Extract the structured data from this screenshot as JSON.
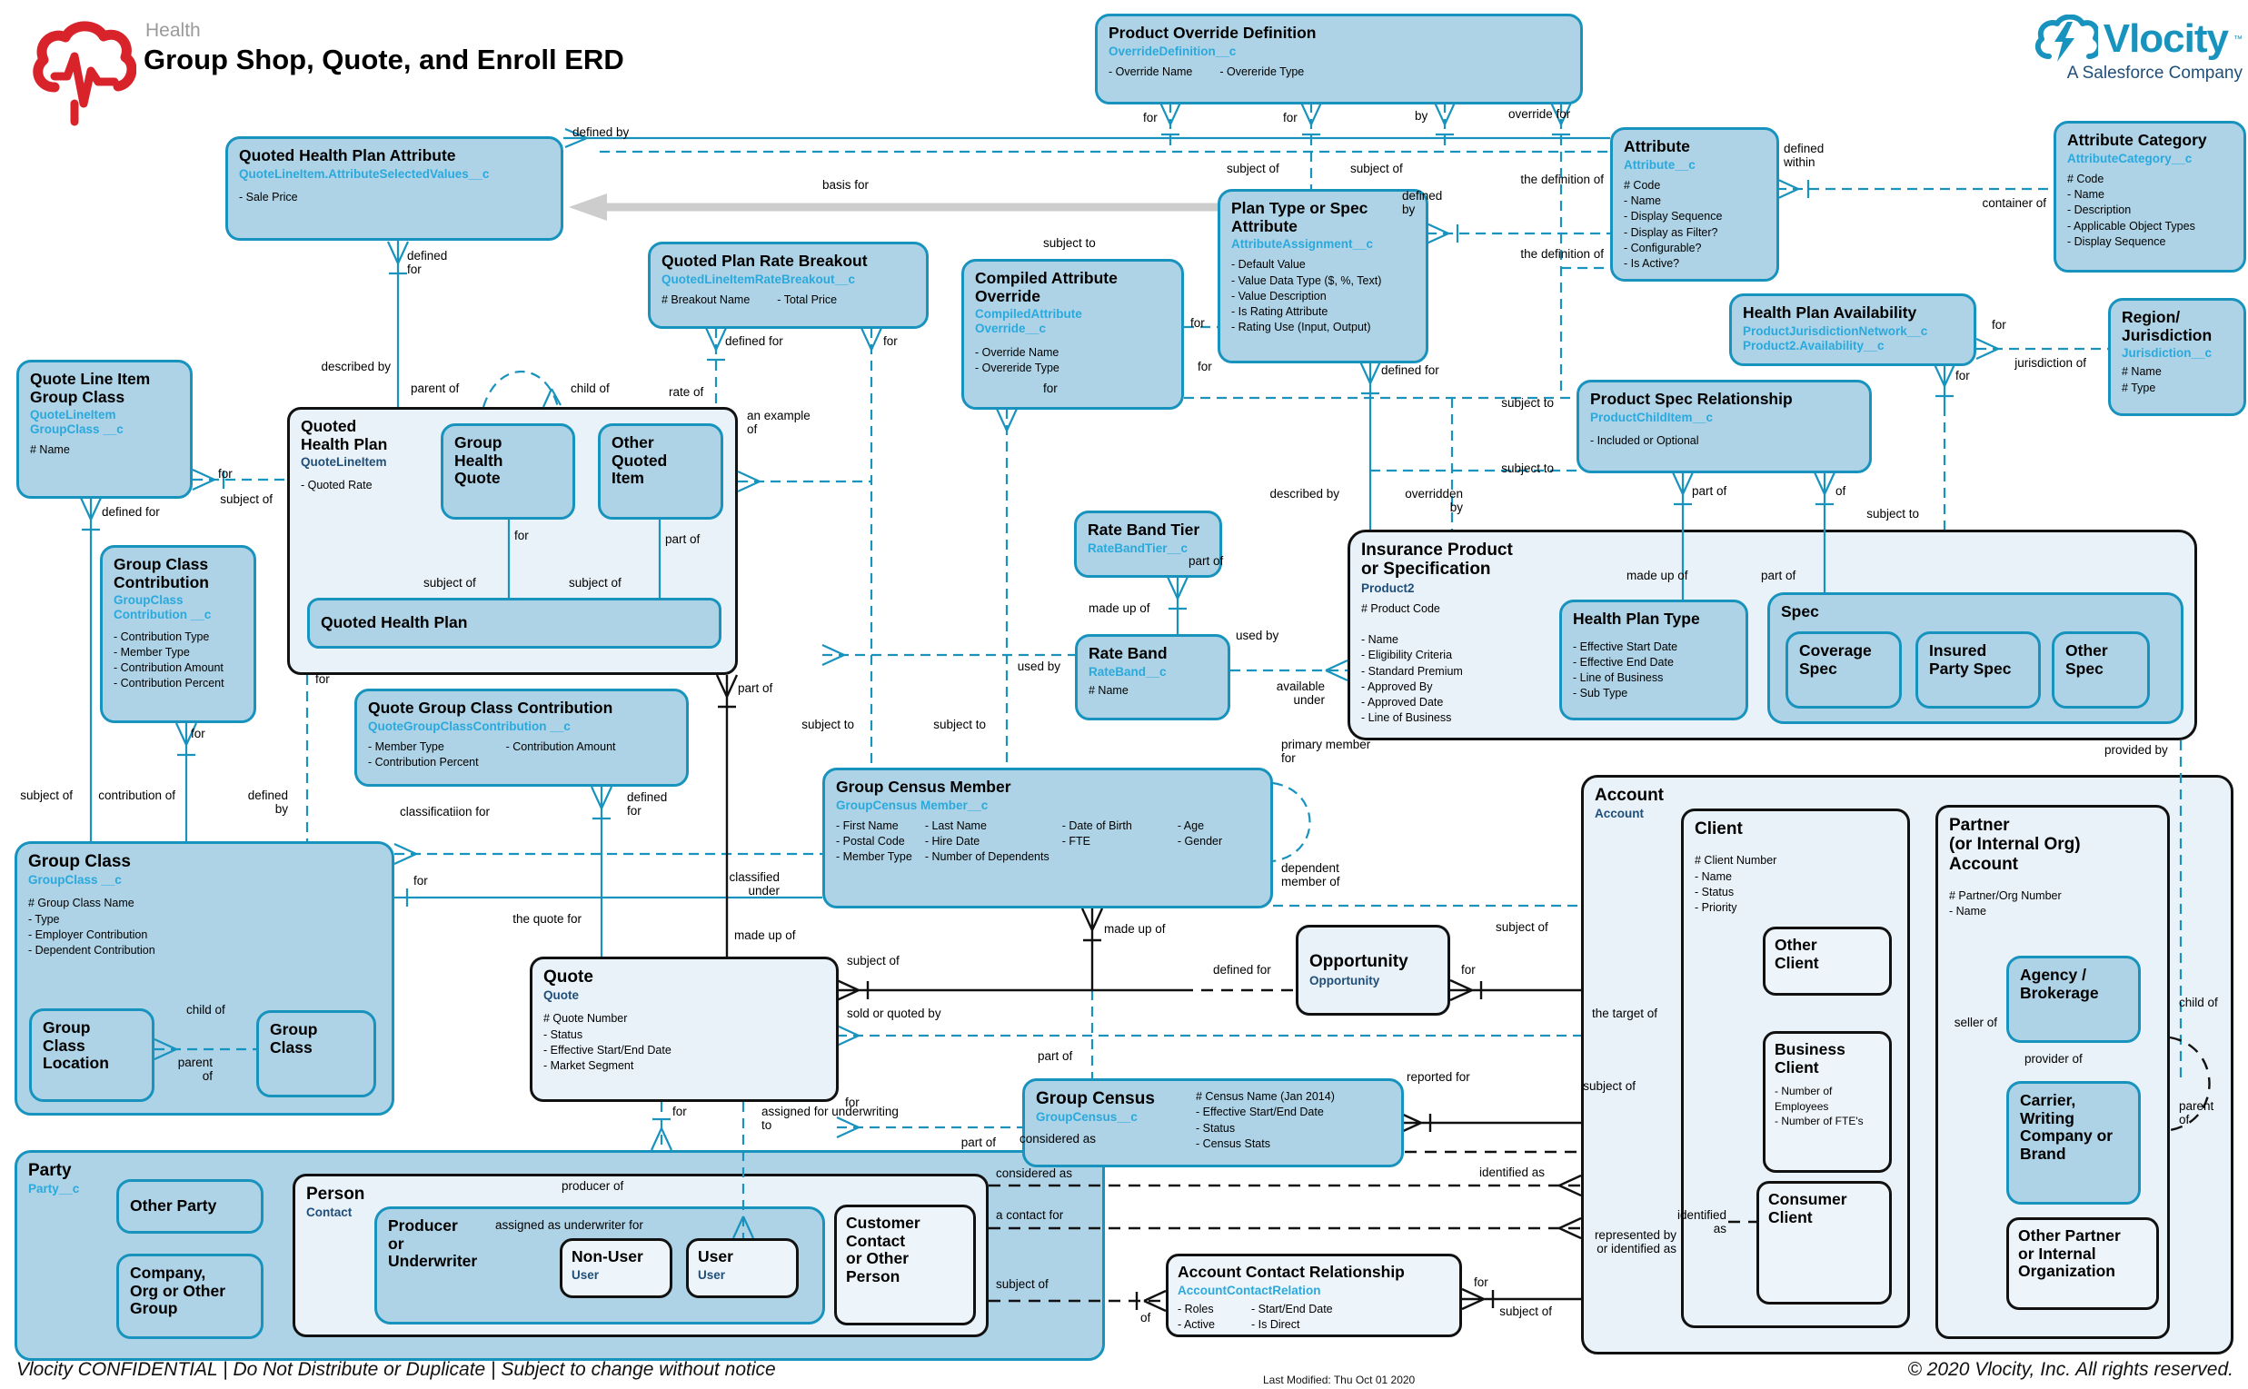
{
  "header": {
    "product": "Health",
    "title": "Group Shop, Quote, and Enroll ERD"
  },
  "branding": {
    "name": "Vlocity",
    "tm": "™",
    "tagline": "A Salesforce Company"
  },
  "footer": {
    "left": "Vlocity CONFIDENTIAL | Do Not Distribute or Duplicate | Subject to change without notice",
    "center": "Last Modified: Thu Oct 01 2020",
    "right": "© 2020 Vlocity, Inc. All rights reserved."
  },
  "entities": {
    "qhpa": {
      "name": "Quoted Health Plan Attribute",
      "api": "QuoteLineItem.AttributeSelectedValues__c",
      "attrs": "- Sale Price"
    },
    "pod": {
      "name": "Product Override Definition",
      "api": "OverrideDefinition__c",
      "attrs": "- Override Name",
      "attrs2": "- Overeride Type"
    },
    "attr": {
      "name": "Attribute",
      "api": "Attribute__c",
      "attrs": "# Code\n- Name\n- Display Sequence\n- Display as Filter?\n- Configurable?\n- Is Active?"
    },
    "attrcat": {
      "name": "Attribute Category",
      "api": "AttributeCategory__c",
      "attrs": "# Code\n- Name\n- Description\n- Applicable Object Types\n- Display Sequence"
    },
    "ptsa": {
      "name": "Plan Type or Spec\nAttribute",
      "api": "AttributeAssignment__c",
      "attrs": "- Default Value\n- Value Data Type ($, %, Text)\n- Value Description\n- Is Rating Attribute\n- Rating Use (Input, Output)"
    },
    "qprb": {
      "name": "Quoted Plan Rate Breakout",
      "api": "QuotedLineItemRateBreakout__c",
      "attrs": "# Breakout Name",
      "attrs2": "- Total Price"
    },
    "cao": {
      "name": "Compiled Attribute\nOverride",
      "api": "CompiledAttribute\nOverride__c",
      "attrs": "- Override Name\n- Overeride Type"
    },
    "hpa": {
      "name": "Health Plan Availability",
      "api": "ProductJurisdictionNetwork__c\nProduct2.Availability__c"
    },
    "region": {
      "name": "Region/\nJurisdiction",
      "api": "Jurisdiction__c",
      "attrs": "# Name\n# Type"
    },
    "psr": {
      "name": "Product Spec Relationship",
      "api": "ProductChildItem__c",
      "attrs": "- Included or Optional"
    },
    "qligc": {
      "name": "Quote Line Item\nGroup Class",
      "api": "QuoteLineItem\nGroupClass __c",
      "attrs": "# Name"
    },
    "qhp": {
      "name": "Quoted\nHealth Plan",
      "api": "QuoteLineItem",
      "attrs": "- Quoted Rate"
    },
    "ghq": {
      "name": "Group\nHealth\nQuote"
    },
    "oqi": {
      "name": "Other\nQuoted\nItem"
    },
    "qhp_pill": {
      "name": "Quoted Health Plan"
    },
    "rbt": {
      "name": "Rate Band Tier",
      "api": "RateBandTier__c"
    },
    "rb": {
      "name": "Rate Band",
      "api": "RateBand__c",
      "attrs": "# Name"
    },
    "gcc": {
      "name": "Group Class\nContribution",
      "api": "GroupClass\nContribution __c",
      "attrs": "- Contribution Type\n- Member Type\n- Contribution Amount\n- Contribution Percent"
    },
    "qgcc": {
      "name": "Quote Group Class Contribution",
      "api": "QuoteGroupClassContribution __c",
      "attrs": "- Member Type\n- Contribution Percent",
      "attrs2": "- Contribution Amount"
    },
    "gcm": {
      "name": "Group Census Member",
      "api": "GroupCensus Member__c",
      "attrs": "- First Name\n- Postal Code\n- Member Type",
      "attrs2": "- Last Name\n- Hire Date\n- Number of Dependents",
      "attrs3": "- Date of Birth\n- FTE",
      "attrs4": "- Age\n- Gender"
    },
    "gclass": {
      "name": "Group Class",
      "api": "GroupClass __c",
      "attrs": "# Group Class Name\n- Type\n- Employer Contribution\n- Dependent Contribution"
    },
    "gcl": {
      "name": "Group\nClass\nLocation"
    },
    "gc2": {
      "name": "Group\nClass"
    },
    "quote": {
      "name": "Quote",
      "api": "Quote",
      "attrs": "# Quote Number\n- Status\n- Effective Start/End Date\n- Market Segment"
    },
    "opp": {
      "name": "Opportunity",
      "api": "Opportunity"
    },
    "gcensus": {
      "name": "Group Census",
      "api": "GroupCensus__c",
      "attrs": "# Census Name (Jan 2014)\n- Effective Start/End Date\n- Status\n- Census Stats"
    },
    "insprod": {
      "name": "Insurance Product\nor Specification",
      "api": "Product2",
      "attrs": "# Product Code\n\n- Name\n- Eligibility Criteria\n- Standard Premium\n- Approved By\n- Approved Date\n- Line of Business"
    },
    "hpt": {
      "name": "Health  Plan Type",
      "attrs": "- Effective Start Date\n- Effective End Date\n- Line of Business\n- Sub Type"
    },
    "spec": {
      "name": "Spec"
    },
    "cov": {
      "name": "Coverage\nSpec"
    },
    "ips": {
      "name": "Insured\nParty Spec"
    },
    "ospec": {
      "name": "Other\nSpec"
    },
    "account": {
      "name": "Account",
      "api": "Account"
    },
    "client": {
      "name": "Client",
      "attrs": "# Client Number\n- Name\n- Status\n- Priority"
    },
    "oclient": {
      "name": "Other\nClient"
    },
    "bclient": {
      "name": "Business\nClient",
      "attrs": "- Number of Employees\n- Number of FTE's"
    },
    "cclient": {
      "name": "Consumer\nClient"
    },
    "partner": {
      "name": "Partner\n(or Internal Org)\nAccount",
      "attrs": "# Partner/Org Number\n- Name"
    },
    "agency": {
      "name": "Agency /\nBrokerage"
    },
    "carrier": {
      "name": "Carrier,\nWriting\nCompany or\nBrand"
    },
    "opartner": {
      "name": "Other Partner\nor Internal\nOrganization"
    },
    "party": {
      "name": "Party",
      "api": "Party__c"
    },
    "oparty": {
      "name": "Other Party"
    },
    "company": {
      "name": "Company,\nOrg or Other\nGroup"
    },
    "person": {
      "name": "Person",
      "api": "Contact"
    },
    "producer": {
      "name": "Producer\nor\nUnderwriter"
    },
    "nonuser": {
      "name": "Non-User",
      "api": "User"
    },
    "user": {
      "name": "User",
      "api": "User"
    },
    "ccop": {
      "name": "Customer\nContact\nor Other\nPerson"
    },
    "acr": {
      "name": "Account Contact Relationship",
      "api": "AccountContactRelation",
      "attrs": "- Roles\n- Active",
      "attrs2": "- Start/End Date\n- Is Direct"
    }
  },
  "strings": {
    "for": "for",
    "by": "by",
    "of": "of",
    "defined_by": "defined by",
    "basis_for": "basis for",
    "override_for": "override for",
    "subject_of": "subject of",
    "subject_to": "subject to",
    "defined_within": "defined within",
    "container_of": "container of",
    "the_definition_of": "the definition of",
    "defined_for": "defined for",
    "described_by": "described by",
    "overridden_by": "overridden by",
    "parent_of": "parent of",
    "child_of": "child of",
    "rate_of": "rate of",
    "an_example_of": "an example of",
    "part_of": "part of",
    "made_up_of": "made up of",
    "used_by": "used by",
    "available_under": "available under",
    "jurisdiction_of": "jurisdiction of",
    "provided_by": "provided by",
    "contribution_of": "contribution of",
    "classification_for": "classificatiion for",
    "classified_under": "classified under",
    "the_quote_for": "the quote for",
    "sold_or_quoted_by": "sold or quoted by",
    "the_target_of": "the target of",
    "reported_for": "reported for",
    "assigned_for_underwriting_to": "assigned for underwriting to",
    "considered_as": "considered as",
    "a_contact_for": "a contact for",
    "identified_as": "identified as",
    "represented_by": "represented by or identified as",
    "producer_of": "producer of",
    "assigned_as_underwriter_for": "assigned as underwriter for",
    "seller_of": "seller of",
    "provider_of": "provider of",
    "primary_member_for": "primary member for",
    "dependent_member_of": "dependent member of"
  }
}
